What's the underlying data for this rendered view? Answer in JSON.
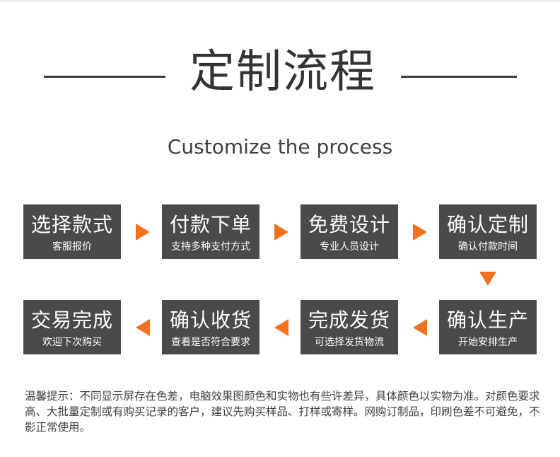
{
  "title": "定制流程",
  "subtitle": "Customize the process",
  "steps": [
    {
      "title": "选择款式",
      "sub": "客服报价"
    },
    {
      "title": "付款下单",
      "sub": "支持多种支付方式"
    },
    {
      "title": "免费设计",
      "sub": "专业人员设计"
    },
    {
      "title": "确认定制",
      "sub": "确认付款时间"
    },
    {
      "title": "确认生产",
      "sub": "开始安排生产"
    },
    {
      "title": "完成发货",
      "sub": "可选择发货物流"
    },
    {
      "title": "确认收货",
      "sub": "查看是否符合要求"
    },
    {
      "title": "交易完成",
      "sub": "欢迎下次购买"
    }
  ],
  "arrow_color": "#f2711c",
  "box_color": "#4a4a4a",
  "note": "温馨提示：不同显示屏存在色差，电脑效果图颜色和实物也有些许差异，具体颜色以实物为准。对颜色要求高、大批量定制或有购买记录的客户，建议先购买样品、打样或寄样。网购订制品，印刷色差不可避免，不影正常使用。"
}
